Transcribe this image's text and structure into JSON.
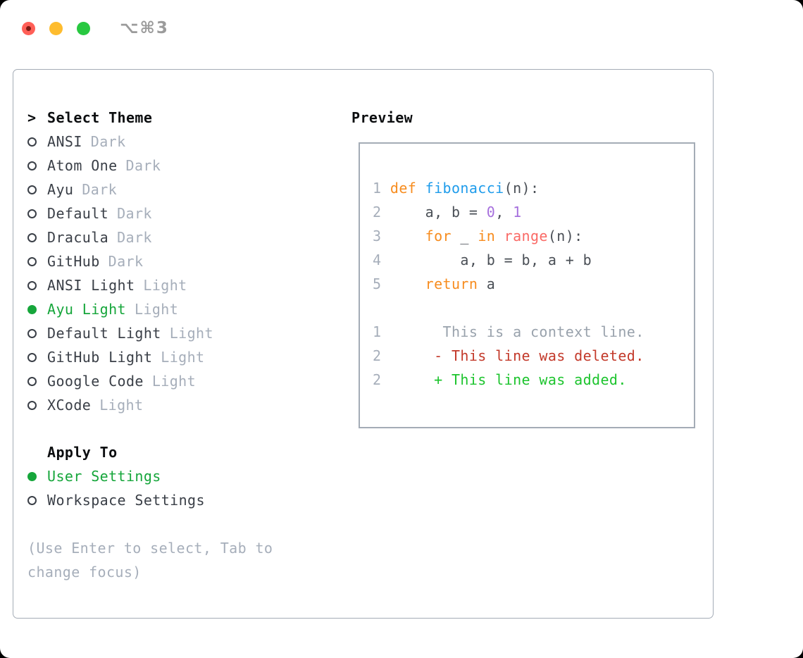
{
  "window": {
    "title": "⌥⌘3"
  },
  "theme_picker": {
    "header_prompt": ">",
    "header": "Select Theme",
    "items": [
      {
        "name": "ANSI",
        "variant": "Dark",
        "selected": false
      },
      {
        "name": "Atom One",
        "variant": "Dark",
        "selected": false
      },
      {
        "name": "Ayu",
        "variant": "Dark",
        "selected": false
      },
      {
        "name": "Default",
        "variant": "Dark",
        "selected": false
      },
      {
        "name": "Dracula",
        "variant": "Dark",
        "selected": false
      },
      {
        "name": "GitHub",
        "variant": "Dark",
        "selected": false
      },
      {
        "name": "ANSI Light",
        "variant": "Light",
        "selected": false
      },
      {
        "name": "Ayu Light",
        "variant": "Light",
        "selected": true
      },
      {
        "name": "Default Light",
        "variant": "Light",
        "selected": false
      },
      {
        "name": "GitHub Light",
        "variant": "Light",
        "selected": false
      },
      {
        "name": "Google Code",
        "variant": "Light",
        "selected": false
      },
      {
        "name": "XCode",
        "variant": "Light",
        "selected": false
      }
    ]
  },
  "apply_to": {
    "header": "Apply To",
    "options": [
      {
        "label": "User Settings",
        "selected": true
      },
      {
        "label": "Workspace Settings",
        "selected": false
      }
    ]
  },
  "hint": "(Use Enter to select, Tab to change focus)",
  "preview": {
    "title": "Preview",
    "code_lines": [
      {
        "no": "1",
        "segs": [
          [
            "kw",
            "def "
          ],
          [
            "fn",
            "fibonacci"
          ],
          [
            "pl",
            "(n):"
          ]
        ]
      },
      {
        "no": "2",
        "segs": [
          [
            "pl",
            "    a, b = "
          ],
          [
            "num",
            "0"
          ],
          [
            "pl",
            ", "
          ],
          [
            "num",
            "1"
          ]
        ]
      },
      {
        "no": "3",
        "segs": [
          [
            "kw",
            "    for "
          ],
          [
            "pl",
            "_ "
          ],
          [
            "kw",
            "in "
          ],
          [
            "bi",
            "range"
          ],
          [
            "pl",
            "(n):"
          ]
        ]
      },
      {
        "no": "4",
        "segs": [
          [
            "pl",
            "        a, b = b, a + b"
          ]
        ]
      },
      {
        "no": "5",
        "segs": [
          [
            "kw",
            "    return "
          ],
          [
            "pl",
            "a"
          ]
        ]
      }
    ],
    "diff_lines": [
      {
        "no": "1",
        "segs": [
          [
            "ctx",
            "      This is a context line."
          ]
        ]
      },
      {
        "no": "2",
        "segs": [
          [
            "del",
            "     - This line was deleted."
          ]
        ]
      },
      {
        "no": "2",
        "segs": [
          [
            "add",
            "     + This line was added."
          ]
        ]
      }
    ]
  },
  "colors": {
    "ink": "#0c0e10",
    "name": "#3a3f47",
    "muted": "#a6aeba",
    "ctx": "#99a2ac",
    "border": "#a4acb6",
    "title": "#9b9b9b",
    "green": "#16a63b",
    "add": "#1cc42d",
    "del": "#c3392a",
    "kw": "#f78c1e",
    "fn": "#1f9ceb",
    "num": "#a670dd",
    "bi": "#fa6a66",
    "code": "#4a4f56",
    "tlred": "#ff5f57",
    "tlreddot": "#7c1a13",
    "tlyellow": "#febc2e",
    "tlgreen": "#28c840"
  }
}
